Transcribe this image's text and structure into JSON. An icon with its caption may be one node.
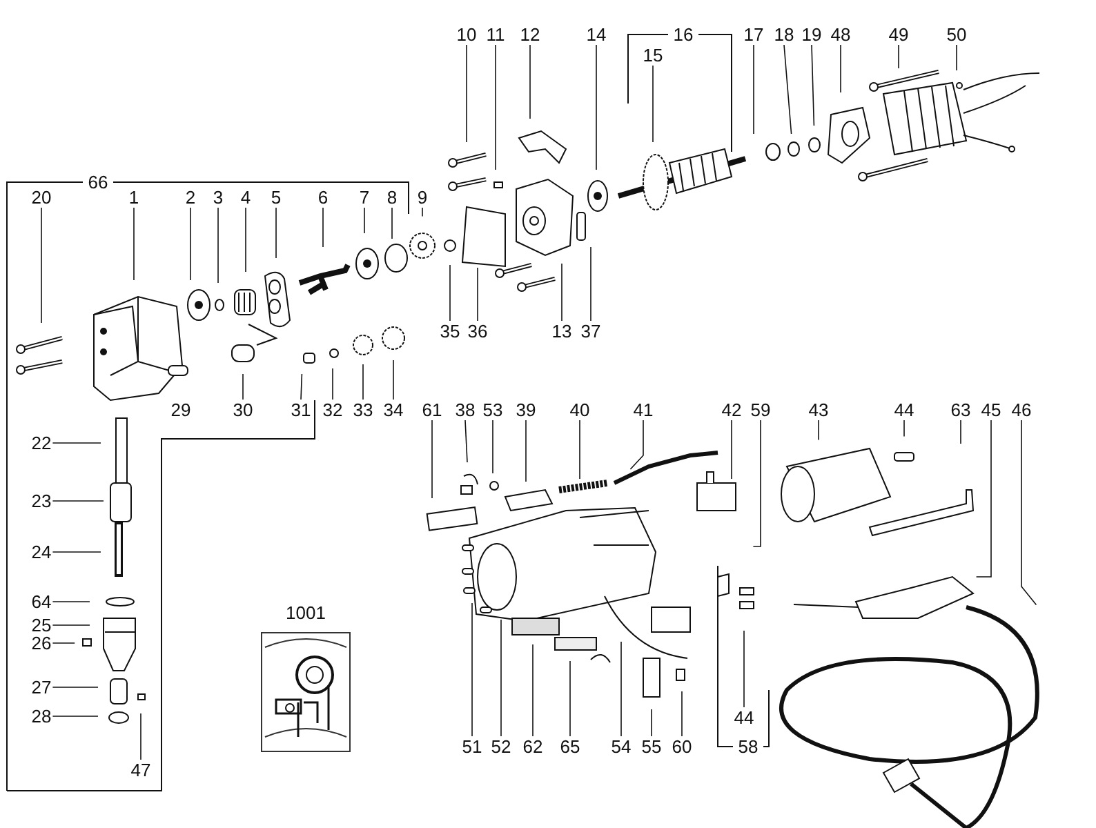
{
  "diagram": {
    "nodes": [
      {
        "text": [
          "10"
        ]
      },
      {
        "text": [
          "11"
        ]
      },
      {
        "text": [
          "12"
        ]
      },
      {
        "text": [
          "14"
        ]
      },
      {
        "text": [
          "15"
        ]
      },
      {
        "text": [
          "17"
        ]
      },
      {
        "text": [
          "18"
        ]
      },
      {
        "text": [
          "19"
        ]
      },
      {
        "text": [
          "48"
        ]
      },
      {
        "text": [
          "49"
        ]
      },
      {
        "text": [
          "50"
        ]
      },
      {
        "text": [
          "20"
        ]
      },
      {
        "text": [
          "1"
        ]
      },
      {
        "text": [
          "2"
        ]
      },
      {
        "text": [
          "3"
        ]
      },
      {
        "text": [
          "4"
        ]
      },
      {
        "text": [
          "5"
        ]
      },
      {
        "text": [
          "6"
        ]
      },
      {
        "text": [
          "7"
        ]
      },
      {
        "text": [
          "8"
        ]
      },
      {
        "text": [
          "9"
        ]
      },
      {
        "text": [
          "35"
        ]
      },
      {
        "text": [
          "36"
        ]
      },
      {
        "text": [
          "13"
        ]
      },
      {
        "text": [
          "37"
        ]
      },
      {
        "text": [
          "30"
        ]
      },
      {
        "text": [
          "31"
        ]
      },
      {
        "text": [
          "32"
        ]
      },
      {
        "text": [
          "33"
        ]
      },
      {
        "text": [
          "34"
        ]
      },
      {
        "text": [
          "61"
        ]
      },
      {
        "text": [
          "38"
        ]
      },
      {
        "text": [
          "53"
        ]
      },
      {
        "text": [
          "39"
        ]
      },
      {
        "text": [
          "40"
        ]
      },
      {
        "text": [
          "41"
        ]
      },
      {
        "text": [
          "42"
        ]
      },
      {
        "text": [
          "59"
        ]
      },
      {
        "text": [
          "43"
        ]
      },
      {
        "text": [
          "44"
        ]
      },
      {
        "text": [
          "63"
        ]
      },
      {
        "text": [
          "45"
        ]
      },
      {
        "text": [
          "46"
        ]
      },
      {
        "text": [
          "22"
        ]
      },
      {
        "text": [
          "23"
        ]
      },
      {
        "text": [
          "24"
        ]
      },
      {
        "text": [
          "64"
        ]
      },
      {
        "text": [
          "25"
        ]
      },
      {
        "text": [
          "26"
        ]
      },
      {
        "text": [
          "27"
        ]
      },
      {
        "text": [
          "28"
        ]
      },
      {
        "text": [
          "47"
        ]
      },
      {
        "text": [
          "1001"
        ]
      },
      {
        "text": [
          "51"
        ]
      },
      {
        "text": [
          "52"
        ]
      },
      {
        "text": [
          "62"
        ]
      },
      {
        "text": [
          "65"
        ]
      },
      {
        "text": [
          "54"
        ]
      },
      {
        "text": [
          "55"
        ]
      },
      {
        "text": [
          "60"
        ]
      },
      {
        "text": [
          "44"
        ]
      },
      {
        "text": [
          "16"
        ]
      },
      {
        "text": [
          "66"
        ]
      },
      {
        "text": [
          "29"
        ]
      },
      {
        "text": [
          "58"
        ]
      }
    ],
    "edges": [
      {
        "from": 0,
        "to": null,
        "arrow": "none"
      },
      {
        "from": 1,
        "to": null,
        "arrow": "none"
      },
      {
        "from": 2,
        "to": null,
        "arrow": "none"
      },
      {
        "from": 3,
        "to": null,
        "arrow": "none"
      },
      {
        "from": 4,
        "to": null,
        "arrow": "none"
      },
      {
        "from": 5,
        "to": null,
        "arrow": "none"
      },
      {
        "from": 6,
        "to": null,
        "arrow": "none"
      },
      {
        "from": 7,
        "to": null,
        "arrow": "none"
      },
      {
        "from": 8,
        "to": null,
        "arrow": "none"
      },
      {
        "from": 9,
        "to": null,
        "arrow": "none"
      },
      {
        "from": 10,
        "to": null,
        "arrow": "none"
      },
      {
        "from": 11,
        "to": null,
        "arrow": "none"
      },
      {
        "from": 12,
        "to": null,
        "arrow": "none"
      },
      {
        "from": 13,
        "to": null,
        "arrow": "none"
      },
      {
        "from": 14,
        "to": null,
        "arrow": "none"
      },
      {
        "from": 15,
        "to": null,
        "arrow": "none"
      },
      {
        "from": 16,
        "to": null,
        "arrow": "none"
      },
      {
        "from": 17,
        "to": null,
        "arrow": "none"
      },
      {
        "from": 18,
        "to": null,
        "arrow": "none"
      },
      {
        "from": 19,
        "to": null,
        "arrow": "none"
      },
      {
        "from": 20,
        "to": null,
        "arrow": "none"
      },
      {
        "from": 21,
        "to": null,
        "arrow": "none"
      },
      {
        "from": 22,
        "to": null,
        "arrow": "none"
      },
      {
        "from": 23,
        "to": null,
        "arrow": "none"
      },
      {
        "from": 24,
        "to": null,
        "arrow": "none"
      },
      {
        "from": 25,
        "to": null,
        "arrow": "none"
      },
      {
        "from": 26,
        "to": null,
        "arrow": "none"
      },
      {
        "from": 27,
        "to": null,
        "arrow": "none"
      },
      {
        "from": 28,
        "to": null,
        "arrow": "none"
      },
      {
        "from": 29,
        "to": null,
        "arrow": "none"
      },
      {
        "from": 30,
        "to": null,
        "arrow": "none"
      },
      {
        "from": 31,
        "to": null,
        "arrow": "none"
      },
      {
        "from": 32,
        "to": null,
        "arrow": "none"
      },
      {
        "from": 33,
        "to": null,
        "arrow": "none"
      },
      {
        "from": 34,
        "to": null,
        "arrow": "none"
      },
      {
        "from": 35,
        "to": null,
        "arrow": "none"
      },
      {
        "from": 36,
        "to": null,
        "arrow": "none"
      },
      {
        "from": 37,
        "to": null,
        "arrow": "none"
      },
      {
        "from": 38,
        "to": null,
        "arrow": "none"
      },
      {
        "from": 39,
        "to": null,
        "arrow": "none"
      },
      {
        "from": 40,
        "to": null,
        "arrow": "none"
      },
      {
        "from": 41,
        "to": null,
        "arrow": "none"
      },
      {
        "from": 42,
        "to": null,
        "arrow": "none"
      },
      {
        "from": 43,
        "to": null,
        "arrow": "none"
      },
      {
        "from": 44,
        "to": null,
        "arrow": "none"
      },
      {
        "from": 45,
        "to": null,
        "arrow": "none"
      },
      {
        "from": 46,
        "to": null,
        "arrow": "none"
      },
      {
        "from": 47,
        "to": null,
        "arrow": "none"
      },
      {
        "from": 48,
        "to": null,
        "arrow": "none"
      },
      {
        "from": 49,
        "to": null,
        "arrow": "none"
      },
      {
        "from": 50,
        "to": null,
        "arrow": "none"
      },
      {
        "from": 51,
        "to": null,
        "arrow": "none"
      },
      {
        "from": 53,
        "to": null,
        "arrow": "none"
      },
      {
        "from": 54,
        "to": null,
        "arrow": "none"
      },
      {
        "from": 55,
        "to": null,
        "arrow": "none"
      },
      {
        "from": 56,
        "to": null,
        "arrow": "none"
      },
      {
        "from": 57,
        "to": null,
        "arrow": "none"
      },
      {
        "from": 58,
        "to": null,
        "arrow": "none"
      },
      {
        "from": 59,
        "to": null,
        "arrow": "none"
      },
      {
        "from": 60,
        "to": null,
        "arrow": "none"
      }
    ]
  }
}
